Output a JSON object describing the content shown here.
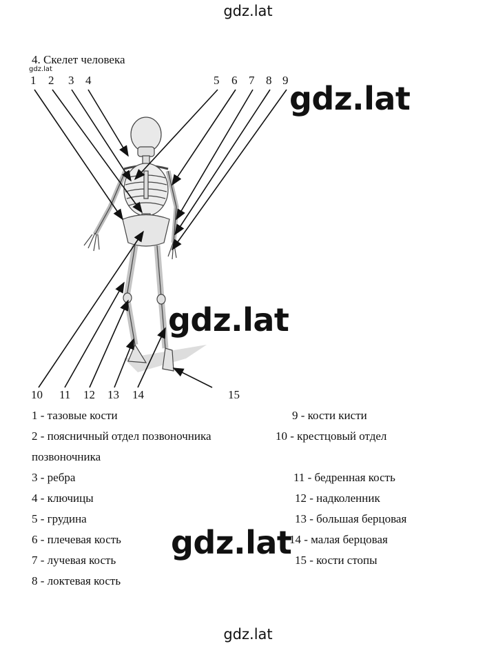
{
  "watermark_small": "gdz.lat",
  "title": "4.  Скелет человека",
  "top_numbers": [
    "1",
    "2",
    "3",
    "4",
    "5",
    "6",
    "7",
    "8",
    "9"
  ],
  "bottom_numbers": [
    "10",
    "11",
    "12",
    "13",
    "14",
    "15"
  ],
  "legend_left": [
    "1 -  тазовые кости",
    "2 -  поясничный отдел позвоночника",
    "позвоночника",
    "3 - ребра",
    "4 - ключицы",
    "5 - грудина",
    "6 - плечевая кость",
    "7 - лучевая кость",
    "8 - локтевая кость"
  ],
  "legend_right": [
    "9 - кости кисти",
    "10 - крестцовый отдел",
    "11 - бедренная кость",
    "12 - надколенник",
    "13 - большая берцовая",
    "14 - малая берцовая",
    "15 - кости стопы"
  ],
  "watermark_big": [
    "gdz.lat",
    "gdz.lat",
    "gdz.lat"
  ],
  "watermark_top": "gdz.lat",
  "watermark_bottom": "gdz.lat"
}
